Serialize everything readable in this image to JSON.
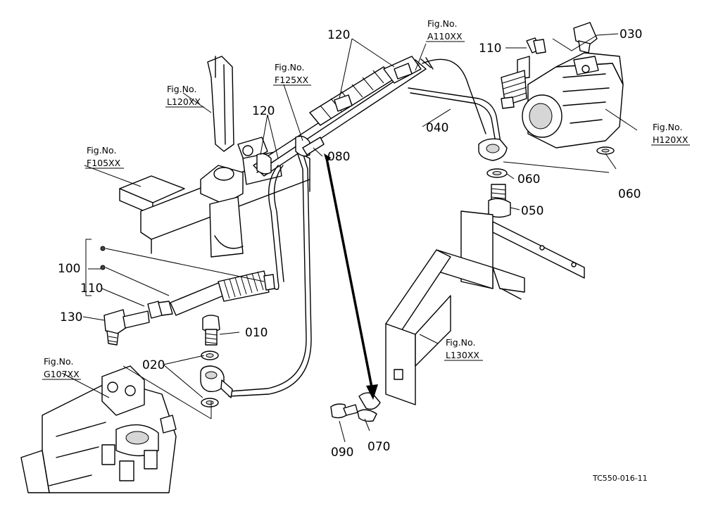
{
  "part_numbers": {
    "p010": "010",
    "p020": "020",
    "p030": "030",
    "p040": "040",
    "p050": "050",
    "p060a": "060",
    "p060b": "060",
    "p070": "070",
    "p080": "080",
    "p090": "090",
    "p100": "100",
    "p110a": "110",
    "p110b": "110",
    "p120a": "120",
    "p120b": "120",
    "p130": "130"
  },
  "figure_refs": {
    "a110": {
      "line1": "Fig.No.",
      "line2": "A110XX"
    },
    "f125": {
      "line1": "Fig.No.",
      "line2": "F125XX"
    },
    "l120": {
      "line1": "Fig.No.",
      "line2": "L120XX"
    },
    "f105": {
      "line1": "Fig.No.",
      "line2": "F105XX"
    },
    "h120": {
      "line1": "Fig.No.",
      "line2": "H120XX"
    },
    "l130": {
      "line1": "Fig.No.",
      "line2": "L130XX"
    },
    "g107": {
      "line1": "Fig.No.",
      "line2": "G107XX"
    }
  },
  "diagram_code": "TC550-016-11"
}
